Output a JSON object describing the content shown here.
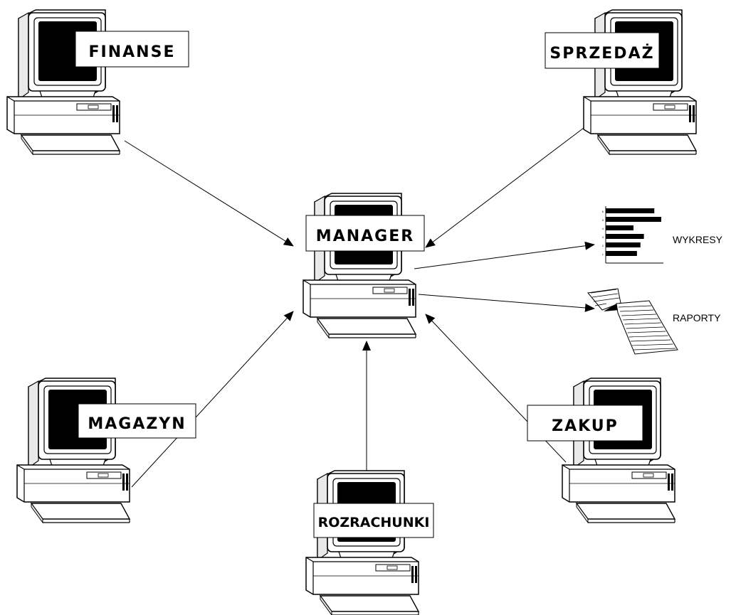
{
  "nodes": {
    "finanse": "FINANSE",
    "sprzedaz": "SPRZEDAŻ",
    "manager": "MANAGER",
    "magazyn": "MAGAZYN",
    "zakup": "ZAKUP",
    "rozrachunki": "ROZRACHUNKI"
  },
  "outputs": {
    "wykresy": "WYKRESY",
    "raporty": "RAPORTY"
  },
  "chart_icon": {
    "bars": [
      7,
      8,
      4,
      5.5,
      5,
      4.5
    ],
    "tick_labels_y": [
      "6",
      "5",
      "4",
      "3",
      "2",
      "1"
    ]
  }
}
